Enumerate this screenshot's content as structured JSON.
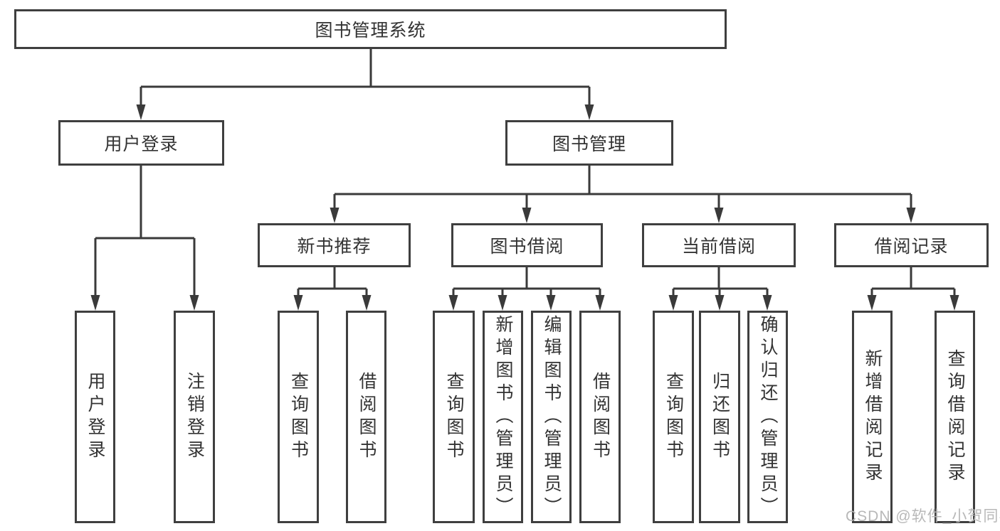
{
  "tree": {
    "label": "图书管理系统",
    "children": [
      {
        "label": "用户登录",
        "children": [
          {
            "label": "用户登录"
          },
          {
            "label": "注销登录"
          }
        ]
      },
      {
        "label": "图书管理",
        "children": [
          {
            "label": "新书推荐",
            "children": [
              {
                "label": "查询图书"
              },
              {
                "label": "借阅图书"
              }
            ]
          },
          {
            "label": "图书借阅",
            "children": [
              {
                "label": "查询图书"
              },
              {
                "label": "新增图书（管理员）"
              },
              {
                "label": "编辑图书（管理员）"
              },
              {
                "label": "借阅图书"
              }
            ]
          },
          {
            "label": "当前借阅",
            "children": [
              {
                "label": "查询图书"
              },
              {
                "label": "归还图书"
              },
              {
                "label": "确认归还（管理员）"
              }
            ]
          },
          {
            "label": "借阅记录",
            "children": [
              {
                "label": "新增借阅记录"
              },
              {
                "label": "查询借阅记录"
              }
            ]
          }
        ]
      }
    ]
  },
  "watermark": {
    "text": "CSDN @软件_小贺同学"
  },
  "colors": {
    "line": "#3a3a3a",
    "box_border": "#3f3f3f",
    "text": "#333333",
    "watermark_text": "#b5b5b5",
    "background": "#ffffff"
  }
}
